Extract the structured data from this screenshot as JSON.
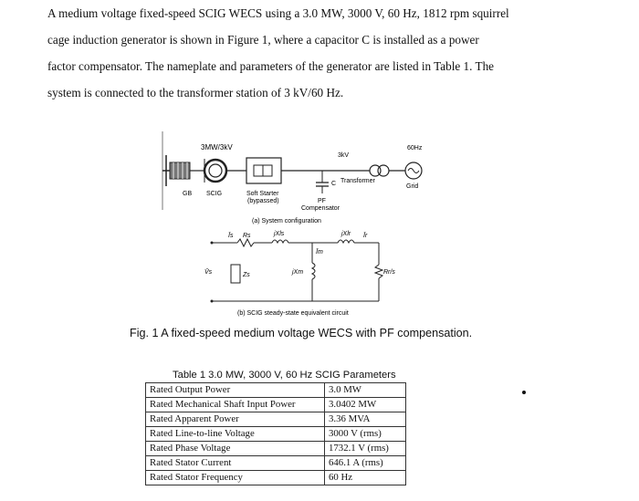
{
  "paragraph": [
    "A medium voltage fixed-speed SCIG WECS using a 3.0 MW, 3000 V, 60 Hz, 1812 rpm squirrel",
    "cage induction generator is shown in Figure 1, where a capacitor C is installed as a power",
    "factor compensator. The nameplate and parameters of the generator are listed in Table 1. The",
    "system is connected to the transformer station of 3 kV/60 Hz."
  ],
  "figure": {
    "rating_label": "3MW/3kV",
    "gb_label": "GB",
    "scig_label": "SCIG",
    "soft_starter_line1": "Soft Starter",
    "soft_starter_line2": "(bypassed)",
    "pf_line1": "PF",
    "pf_line2": "Compensator",
    "c_label": "C",
    "transformer_label": "Transformer",
    "voltage_label": "3kV",
    "freq_label": "60Hz",
    "grid_label": "Grid",
    "sub_a": "(a) System configuration",
    "sub_b": "(b) SCIG steady-state equivalent circuit",
    "is_label": "Īs",
    "rs_label": "Rs",
    "xls_label": "jXls",
    "xlr_label": "jXlr",
    "ir_label": "Īr",
    "im_label": "Īm",
    "vs_label": "V̄s",
    "zs_label": "Zs",
    "xm_label": "jXm",
    "rr_label": "Rr/s"
  },
  "caption": "Fig. 1 A fixed-speed medium voltage WECS with PF compensation.",
  "table": {
    "title": "Table 1 3.0 MW, 3000 V, 60 Hz SCIG Parameters",
    "rows": [
      {
        "param": "Rated Output Power",
        "value": "3.0 MW"
      },
      {
        "param": "Rated Mechanical Shaft Input Power",
        "value": "3.0402 MW"
      },
      {
        "param": "Rated Apparent Power",
        "value": "3.36 MVA"
      },
      {
        "param": "Rated Line-to-line Voltage",
        "value": "3000 V (rms)"
      },
      {
        "param": "Rated Phase Voltage",
        "value": "1732.1 V (rms)"
      },
      {
        "param": "Rated Stator Current",
        "value": "646.1 A (rms)"
      },
      {
        "param": "Rated Stator Frequency",
        "value": "60 Hz"
      }
    ]
  }
}
